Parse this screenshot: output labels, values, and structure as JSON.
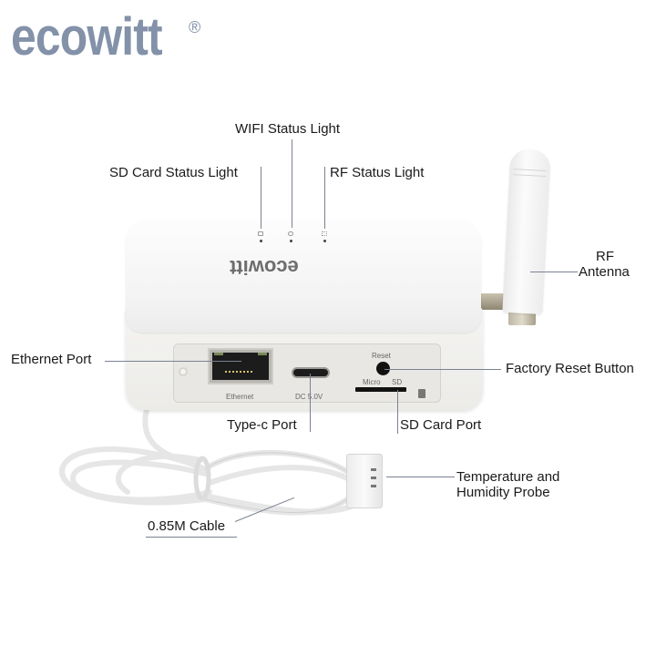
{
  "brand": {
    "logo_text": "ecowitt",
    "registered_mark": "®",
    "logo_color": "#8391a9",
    "device_logo_text": "ecowitt"
  },
  "device": {
    "panel_labels": {
      "ethernet": "Ethernet",
      "dc": "DC 5.0V",
      "reset": "Reset",
      "micro": "Micro",
      "sd": "SD"
    },
    "status_lights": [
      {
        "name": "sd-card",
        "icon": "sd-card-icon"
      },
      {
        "name": "wifi",
        "icon": "wifi-icon"
      },
      {
        "name": "rf",
        "icon": "antenna-icon"
      }
    ]
  },
  "callouts": {
    "wifi_status_light": "WIFI Status Light",
    "sd_card_status_light": "SD Card  Status Light",
    "rf_status_light": "RF Status Light",
    "rf_antenna_line1": "RF",
    "rf_antenna_line2": "Antenna",
    "ethernet_port": "Ethernet Port",
    "factory_reset_button": "Factory Reset Button",
    "type_c_port": "Type-c Port",
    "sd_card_port": "SD Card Port",
    "probe_line1": "Temperature and",
    "probe_line2": "Humidity Probe",
    "cable": "0.85M Cable"
  }
}
